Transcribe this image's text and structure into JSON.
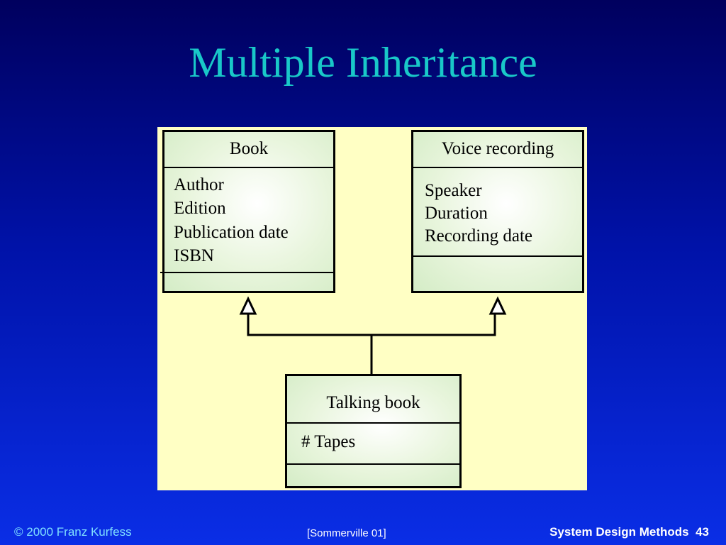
{
  "slide": {
    "title": "Multiple Inheritance"
  },
  "diagram": {
    "classes": {
      "book": {
        "name": "Book",
        "attributes": [
          "Author",
          "Edition",
          "Publication date",
          "ISBN"
        ]
      },
      "voice_recording": {
        "name": "Voice recording",
        "attributes": [
          "Speaker",
          "Duration",
          "Recording date"
        ]
      },
      "talking_book": {
        "name": "Talking book",
        "attributes": [
          "# Tapes"
        ]
      }
    },
    "relationships": [
      {
        "type": "generalization",
        "from": "Talking book",
        "to": "Book"
      },
      {
        "type": "generalization",
        "from": "Talking book",
        "to": "Voice recording"
      }
    ],
    "colors": {
      "panel_background": "#ffffc4",
      "class_fill": "#d4ecc6",
      "title_color": "#19c8c8"
    }
  },
  "footer": {
    "copyright": "© 2000 Franz Kurfess",
    "reference": "[Sommerville 01]",
    "course": "System Design Methods",
    "page_number": "43"
  }
}
